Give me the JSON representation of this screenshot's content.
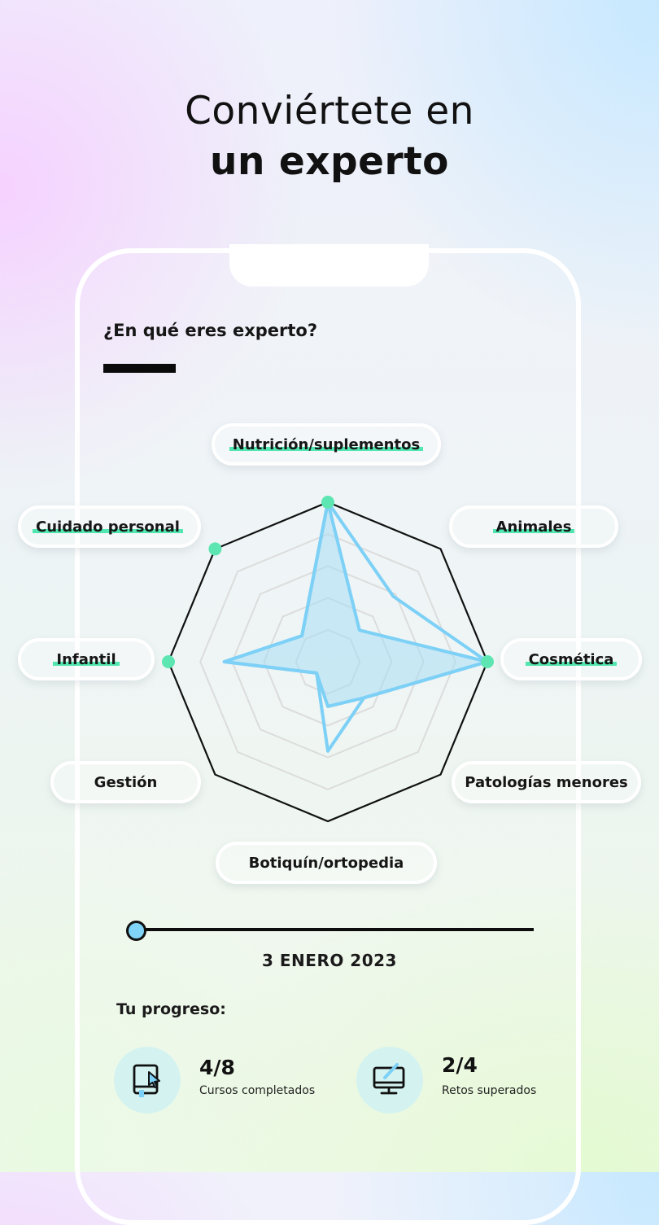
{
  "headline": {
    "line1": "Conviértete en",
    "line2": "un experto"
  },
  "question": "¿En qué eres experto?",
  "categories": [
    {
      "label": "Nutrición/suplementos",
      "highlighted": true
    },
    {
      "label": "Animales",
      "highlighted": true
    },
    {
      "label": "Cosmética",
      "highlighted": true
    },
    {
      "label": "Patologías menores",
      "highlighted": false
    },
    {
      "label": "Botiquín/ortopedia",
      "highlighted": false
    },
    {
      "label": "Gestión",
      "highlighted": false
    },
    {
      "label": "Infantil",
      "highlighted": true
    },
    {
      "label": "Cuidado personal",
      "highlighted": true
    }
  ],
  "chart_data": {
    "type": "radar",
    "axes": [
      "Nutrición/suplementos",
      "Animales",
      "Cosmética",
      "Patologías menores",
      "Botiquín/ortopedia",
      "Gestión",
      "Infantil",
      "Cuidado personal"
    ],
    "rings": 4,
    "series": [
      {
        "values": [
          1.0,
          0.28,
          1.0,
          0.32,
          0.28,
          0.1,
          0.65,
          0.23
        ]
      },
      {
        "values": [
          1.0,
          0.58,
          1.0,
          0.32,
          0.56,
          0.1,
          0.65,
          0.23
        ]
      }
    ],
    "markers": [
      "Nutrición/suplementos",
      "Cuidado personal",
      "Cosmética",
      "Infantil"
    ],
    "colors": {
      "fill": "#a7ddf4",
      "line": "#7dd0f6",
      "marker": "#5ee6b2",
      "frame": "#111111",
      "grid": "#dcdcdc"
    }
  },
  "timeline": {
    "date": "3 ENERO 2023",
    "position": 0.0
  },
  "progress": {
    "title": "Tu progreso:",
    "stats": [
      {
        "value": "4/8",
        "label": "Cursos completados",
        "icon": "book-cursor-icon"
      },
      {
        "value": "2/4",
        "label": "Retos superados",
        "icon": "monitor-pen-icon"
      }
    ]
  }
}
